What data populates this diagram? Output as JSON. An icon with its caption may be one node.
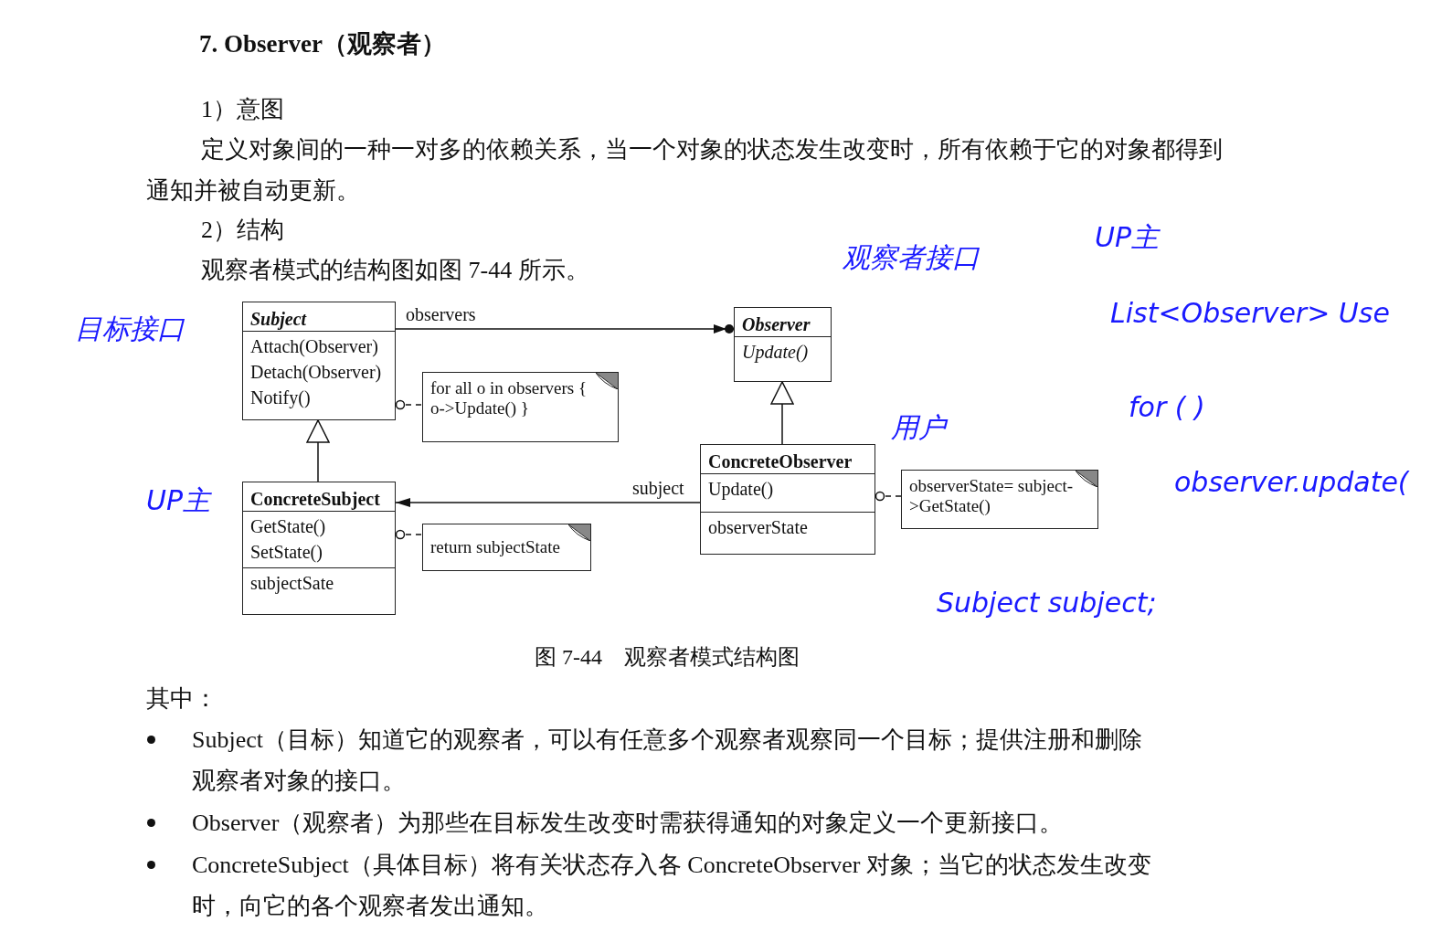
{
  "diagram": {
    "title": "7. Observer（观察者）",
    "caption": "图 7-44　观察者模式结构图",
    "nodes": [
      {
        "text": [
          "Subject",
          "Attach(Observer) Detach(Observer) Notify()"
        ]
      },
      {
        "text": [
          "Observer",
          "Update()"
        ]
      },
      {
        "text": [
          "for all o in observers { o->Update() }"
        ]
      },
      {
        "text": [
          "ConcreteSubject",
          "GetState() SetState()",
          "subjectSate"
        ]
      },
      {
        "text": [
          "return subjectState"
        ]
      },
      {
        "text": [
          "ConcreteObserver",
          "Update()",
          "observerState"
        ]
      },
      {
        "text": [
          "observerState= subject->GetState()"
        ]
      }
    ],
    "edges": [
      {
        "from": 0,
        "to": 1,
        "arrow": "to",
        "label": "observers"
      },
      {
        "from": 3,
        "to": 0,
        "arrow": "to"
      },
      {
        "from": 5,
        "to": 1,
        "arrow": "to"
      },
      {
        "from": 5,
        "to": 3,
        "arrow": "to",
        "label": "subject"
      },
      {
        "from": 0,
        "to": 2,
        "arrow": "other",
        "style": "dashed"
      },
      {
        "from": 3,
        "to": 4,
        "arrow": "other",
        "style": "dashed"
      },
      {
        "from": 5,
        "to": 6,
        "arrow": "other",
        "style": "dashed"
      }
    ],
    "labels": [
      "1）意图",
      "定义对象间的一种一对多的依赖关系，当一个对象的状态发生改变时，所有依赖于它的对象都得到通知并被自动更新。",
      "2）结构",
      "观察者模式的结构图如图 7-44 所示。",
      "观察者接口",
      "UP主",
      "List<Observer> Use",
      "for ( )",
      "observer.update(",
      "用户",
      "Subject subject;",
      "目标接口",
      "UP主",
      "其中：",
      "Subject（目标）知道它的观察者，可以有任意多个观察者观察同一个目标；提供注册和删除观察者对象的接口。",
      "Observer（观察者）为那些在目标发生改变时需获得通知的对象定义一个更新接口。",
      "ConcreteSubject（具体目标）将有关状态存入各 ConcreteObserver 对象；当它的状态发生改变时，向它的各个观察者发出通知。"
    ]
  }
}
